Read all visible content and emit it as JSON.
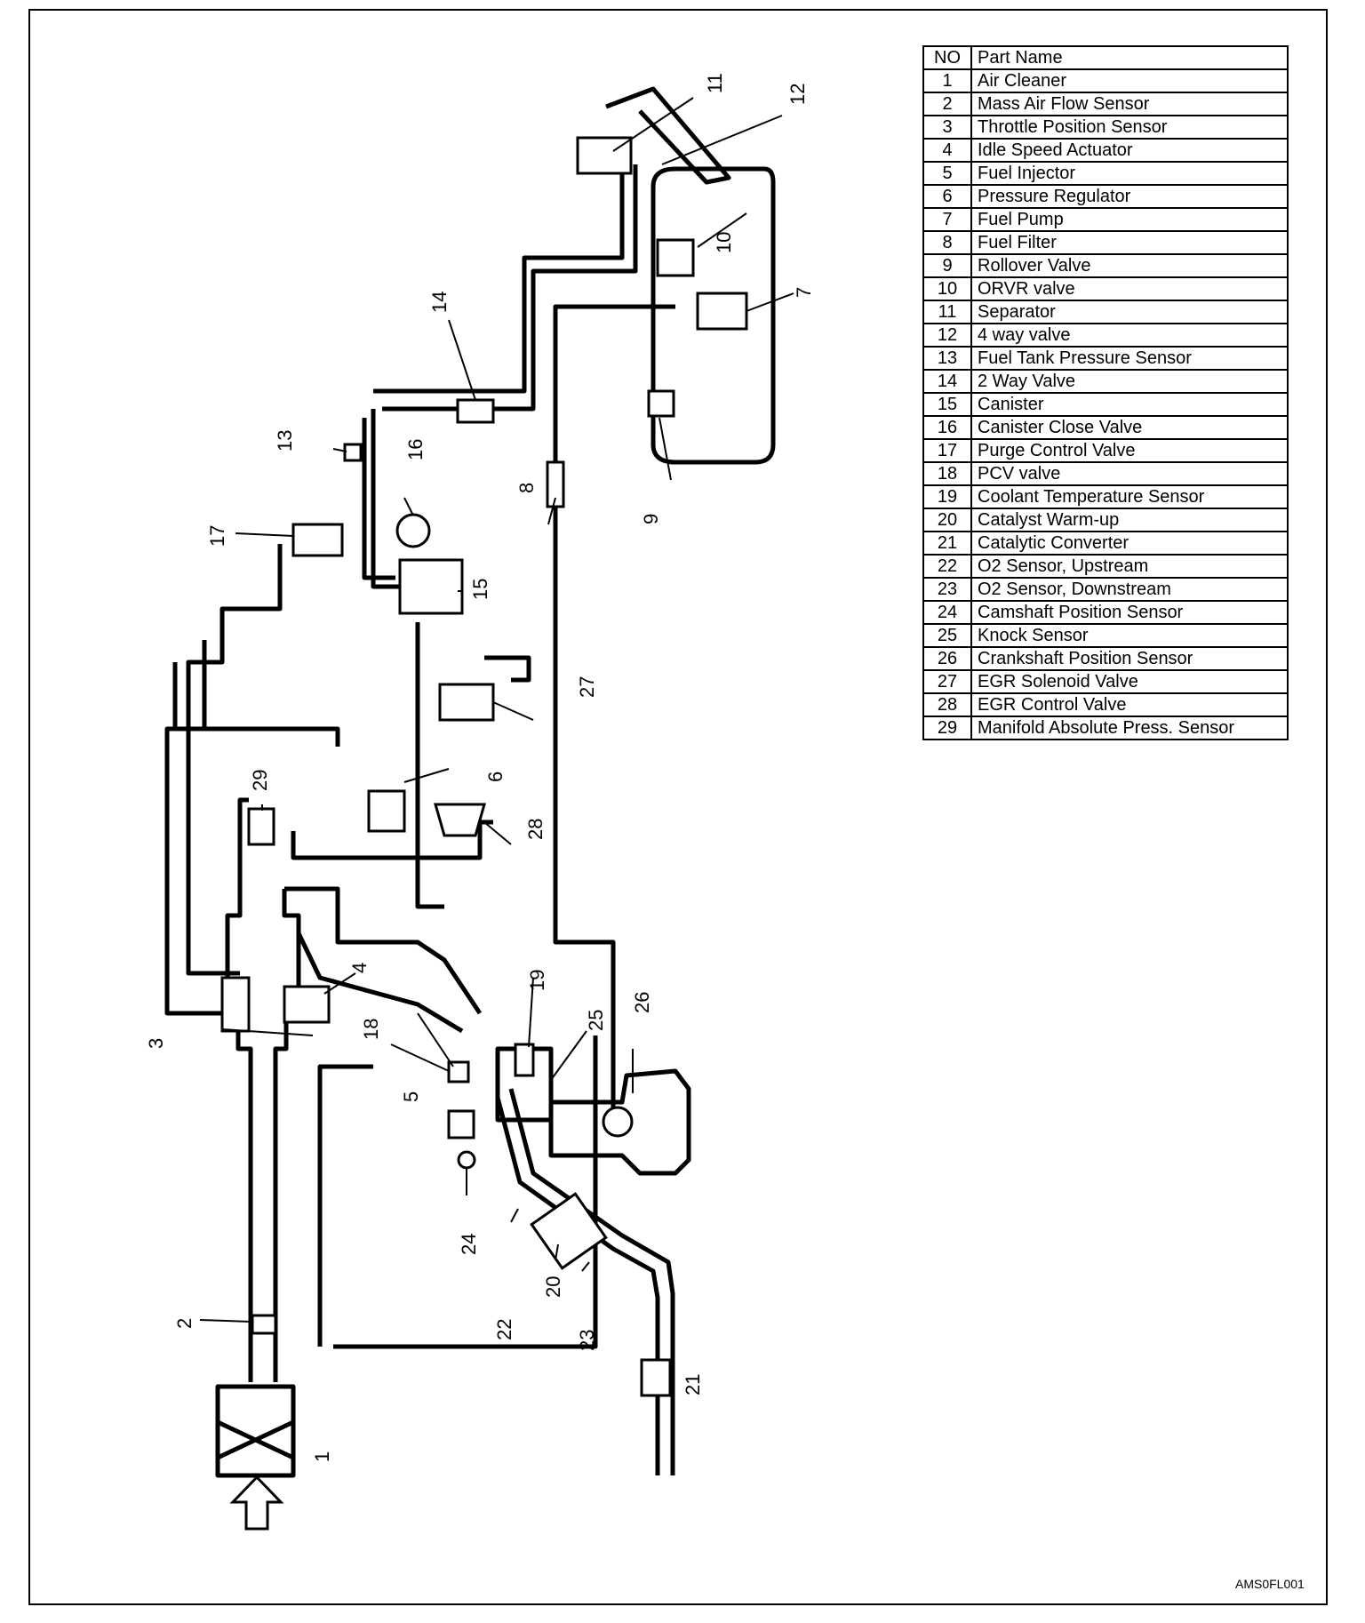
{
  "table": {
    "header": {
      "no": "NO",
      "name": "Part Name"
    },
    "rows": [
      {
        "no": "1",
        "name": "Air Cleaner"
      },
      {
        "no": "2",
        "name": "Mass Air Flow Sensor"
      },
      {
        "no": "3",
        "name": "Throttle Position Sensor"
      },
      {
        "no": "4",
        "name": "Idle Speed Actuator"
      },
      {
        "no": "5",
        "name": "Fuel Injector"
      },
      {
        "no": "6",
        "name": "Pressure  Regulator"
      },
      {
        "no": "7",
        "name": "Fuel Pump"
      },
      {
        "no": "8",
        "name": "Fuel Filter"
      },
      {
        "no": "9",
        "name": "Rollover Valve"
      },
      {
        "no": "10",
        "name": "ORVR  valve"
      },
      {
        "no": "11",
        "name": "Separator"
      },
      {
        "no": "12",
        "name": "4 way valve"
      },
      {
        "no": "13",
        "name": "Fuel Tank Pressure Sensor"
      },
      {
        "no": "14",
        "name": "2 Way Valve"
      },
      {
        "no": "15",
        "name": "Canister"
      },
      {
        "no": "16",
        "name": "Canister Close Valve"
      },
      {
        "no": "17",
        "name": "Purge Control Valve"
      },
      {
        "no": "18",
        "name": "PCV valve"
      },
      {
        "no": "19",
        "name": "Coolant Temperature Sensor"
      },
      {
        "no": "20",
        "name": "Catalyst  Warm-up"
      },
      {
        "no": "21",
        "name": "Catalytic  Converter"
      },
      {
        "no": "22",
        "name": "O2 Sensor, Upstream"
      },
      {
        "no": "23",
        "name": "O2 Sensor, Downstream"
      },
      {
        "no": "24",
        "name": "Camshaft Position Sensor"
      },
      {
        "no": "25",
        "name": "Knock  Sensor"
      },
      {
        "no": "26",
        "name": "Crankshaft Position Sensor"
      },
      {
        "no": "27",
        "name": "EGR Solenoid Valve"
      },
      {
        "no": "28",
        "name": "EGR Control Valve"
      },
      {
        "no": "29",
        "name": "Manifold Absolute Press. Sensor"
      }
    ]
  },
  "callouts": [
    "1",
    "2",
    "3",
    "4",
    "5",
    "6",
    "7",
    "8",
    "9",
    "10",
    "11",
    "12",
    "13",
    "14",
    "15",
    "16",
    "17",
    "18",
    "19",
    "20",
    "21",
    "22",
    "23",
    "24",
    "25",
    "26",
    "27",
    "28",
    "29"
  ],
  "figure_code": "AMS0FL001"
}
